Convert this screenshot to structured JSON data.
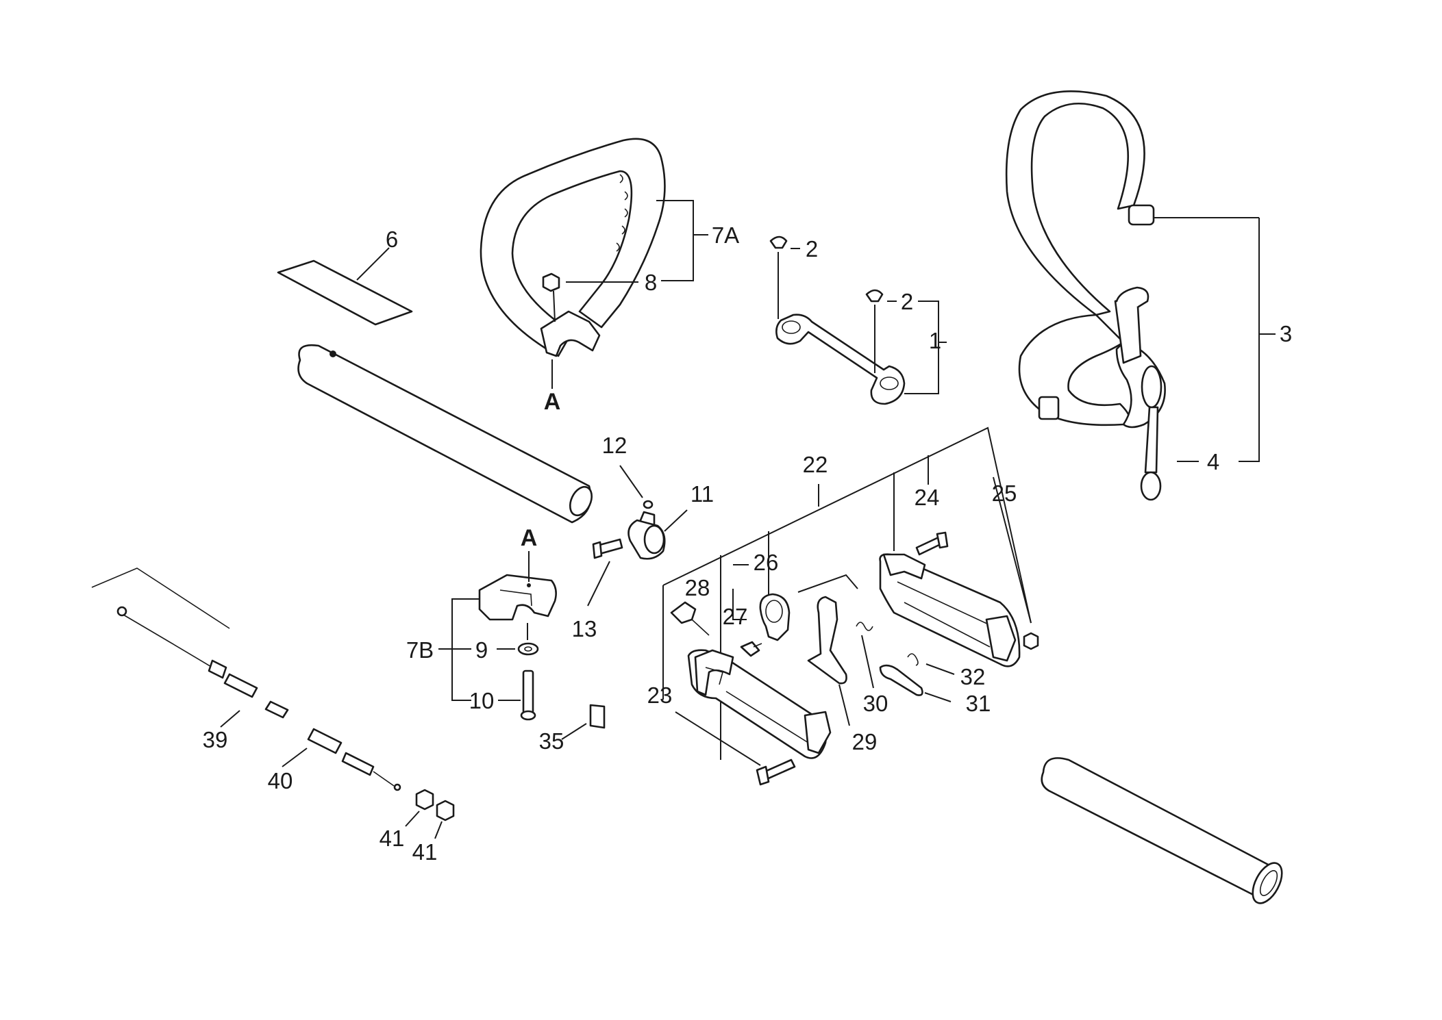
{
  "callouts": {
    "c1": "1",
    "c2a": "2",
    "c2b": "2",
    "c3": "3",
    "c4": "4",
    "c6": "6",
    "c7a": "7A",
    "c7b": "7B",
    "c8": "8",
    "c9": "9",
    "c10": "10",
    "c11": "11",
    "c12": "12",
    "c13": "13",
    "c22": "22",
    "c23": "23",
    "c24": "24",
    "c25": "25",
    "c26": "26",
    "c27": "27",
    "c28": "28",
    "c29": "29",
    "c30": "30",
    "c31": "31",
    "c32": "32",
    "c35": "35",
    "c39": "39",
    "c40": "40",
    "c41a": "41",
    "c41b": "41",
    "refA_top": "A",
    "refA_bottom": "A"
  }
}
